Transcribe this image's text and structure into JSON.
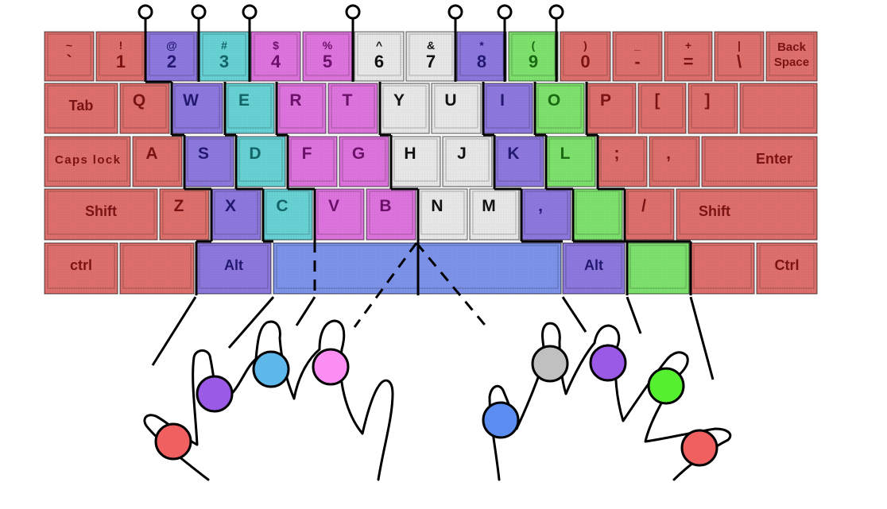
{
  "colors": {
    "red": "#dc6f6c",
    "purple": "#8c78dc",
    "cyan": "#66d0d2",
    "magenta": "#dc72dc",
    "white": "#e6e6e6",
    "green": "#7ee06c",
    "blue": "#7c92e8",
    "red_text": "#7a1414",
    "purple_text": "#221870",
    "cyan_text": "#126466",
    "magenta_text": "#6a1068",
    "white_text": "#111111",
    "green_text": "#1a6a12"
  },
  "finger_colors": {
    "left_pinky": "#f06060",
    "left_ring": "#9b5ae6",
    "left_middle": "#5fb8ea",
    "left_index": "#fb8ef3",
    "right_thumb": "#5b8ef0",
    "right_index": "#c0c0c0",
    "right_middle": "#9b5ae6",
    "right_ring": "#54f030",
    "right_pinky": "#f06060"
  },
  "rows": [
    [
      {
        "top": "~",
        "bottom": "`",
        "color": "red"
      },
      {
        "top": "!",
        "bottom": "1",
        "color": "red"
      },
      {
        "top": "@",
        "bottom": "2",
        "color": "purple"
      },
      {
        "top": "#",
        "bottom": "3",
        "color": "cyan"
      },
      {
        "top": "$",
        "bottom": "4",
        "color": "magenta"
      },
      {
        "top": "%",
        "bottom": "5",
        "color": "magenta"
      },
      {
        "top": "^",
        "bottom": "6",
        "color": "white"
      },
      {
        "top": "&",
        "bottom": "7",
        "color": "white"
      },
      {
        "top": "*",
        "bottom": "8",
        "color": "purple"
      },
      {
        "top": "(",
        "bottom": "9",
        "color": "green"
      },
      {
        "top": ")",
        "bottom": "0",
        "color": "red"
      },
      {
        "top": "_",
        "bottom": "-",
        "color": "red"
      },
      {
        "top": "+",
        "bottom": "=",
        "color": "red"
      },
      {
        "top": "|",
        "bottom": "\\",
        "color": "red"
      },
      {
        "top": "Back",
        "bottom": "Space",
        "color": "red"
      }
    ],
    [
      {
        "label": "Tab",
        "color": "red"
      },
      {
        "label": "Q",
        "color": "red"
      },
      {
        "label": "W",
        "color": "purple"
      },
      {
        "label": "E",
        "color": "cyan"
      },
      {
        "label": "R",
        "color": "magenta"
      },
      {
        "label": "T",
        "color": "magenta"
      },
      {
        "label": "Y",
        "color": "white"
      },
      {
        "label": "U",
        "color": "white"
      },
      {
        "label": "I",
        "color": "purple"
      },
      {
        "label": "O",
        "color": "green"
      },
      {
        "label": "P",
        "color": "red"
      },
      {
        "label": "[",
        "color": "red"
      },
      {
        "label": "]",
        "color": "red"
      },
      {
        "label": "",
        "color": "red"
      }
    ],
    [
      {
        "label": "Caps lock",
        "color": "red"
      },
      {
        "label": "A",
        "color": "red"
      },
      {
        "label": "S",
        "color": "purple"
      },
      {
        "label": "D",
        "color": "cyan"
      },
      {
        "label": "F",
        "color": "magenta"
      },
      {
        "label": "G",
        "color": "magenta"
      },
      {
        "label": "H",
        "color": "white"
      },
      {
        "label": "J",
        "color": "white"
      },
      {
        "label": "K",
        "color": "purple"
      },
      {
        "label": "L",
        "color": "green"
      },
      {
        "label": ";",
        "color": "red"
      },
      {
        "label": ",",
        "color": "red"
      },
      {
        "label": "Enter",
        "color": "red"
      }
    ],
    [
      {
        "label": "Shift",
        "color": "red"
      },
      {
        "label": "Z",
        "color": "red"
      },
      {
        "label": "X",
        "color": "purple"
      },
      {
        "label": "C",
        "color": "cyan"
      },
      {
        "label": "V",
        "color": "magenta"
      },
      {
        "label": "B",
        "color": "magenta"
      },
      {
        "label": "N",
        "color": "white"
      },
      {
        "label": "M",
        "color": "white"
      },
      {
        "label": ",",
        "color": "purple"
      },
      {
        "label": "",
        "color": "green"
      },
      {
        "label": "/",
        "color": "red"
      },
      {
        "label": "Shift",
        "color": "red"
      }
    ],
    [
      {
        "label": "ctrl",
        "color": "red"
      },
      {
        "label": "",
        "color": "red"
      },
      {
        "label": "Alt",
        "color": "purple"
      },
      {
        "label": "",
        "color": "blue"
      },
      {
        "label": "Alt",
        "color": "purple"
      },
      {
        "label": "",
        "color": "green"
      },
      {
        "label": "",
        "color": "red"
      },
      {
        "label": "Ctrl",
        "color": "red"
      }
    ]
  ]
}
